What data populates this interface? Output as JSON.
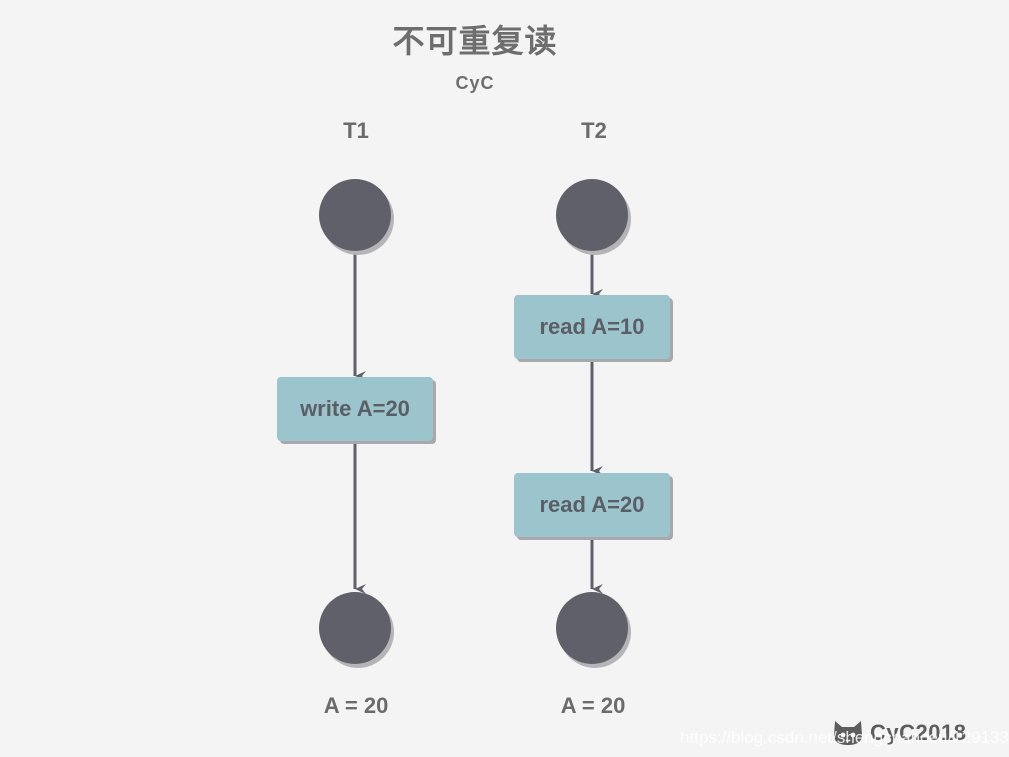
{
  "diagram": {
    "title": "不可重复读",
    "subtitle": "CyC",
    "lanes": [
      {
        "name": "T1",
        "steps": [
          "write A=20"
        ],
        "result": "A = 20"
      },
      {
        "name": "T2",
        "steps": [
          "read A=10",
          "read A=20"
        ],
        "result": "A = 20"
      }
    ]
  },
  "watermark": {
    "brand": "CyC2018",
    "icon": "cat-icon",
    "url": "https://blog.csdn.net/shengchanceu/129133"
  },
  "colors": {
    "background": "#f4f4f4",
    "node": "#5f6069",
    "step_box": "#9bc4cc",
    "arrow": "#5f6069",
    "text": "#6b6b6b"
  }
}
